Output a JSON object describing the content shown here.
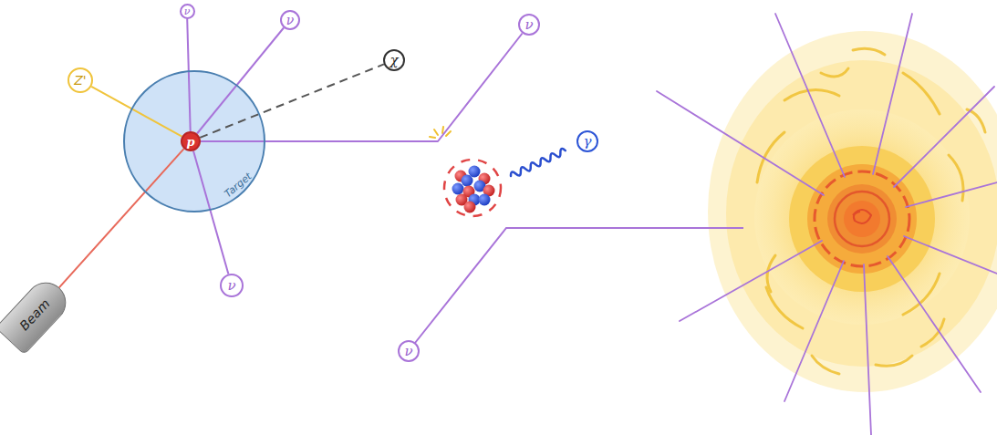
{
  "diagram": {
    "nodes": [
      {
        "text": [
          "Target"
        ]
      },
      {
        "text": [
          "p"
        ],
        "in": 0
      },
      {
        "text": [
          "ν"
        ]
      },
      {
        "text": [
          "Z'"
        ]
      },
      {
        "text": [
          "ν"
        ]
      },
      {
        "text": [
          "χ"
        ]
      },
      {
        "text": [
          "ν"
        ]
      },
      {
        "text": [
          "γ"
        ]
      },
      {
        "text": [
          "ν"
        ]
      },
      {
        "text": [
          "ν"
        ]
      },
      {
        "text": [
          "Beam"
        ]
      }
    ],
    "edges": [
      {
        "from": 10,
        "to": 1,
        "arrow": "none"
      },
      {
        "from": 1,
        "to": 2,
        "arrow": "none"
      },
      {
        "from": 1,
        "to": 3,
        "arrow": "none"
      },
      {
        "from": 1,
        "to": 4,
        "arrow": "none"
      },
      {
        "from": 1,
        "to": 5,
        "arrow": "none"
      },
      {
        "from": 1,
        "to": 6,
        "arrow": "none"
      },
      {
        "from": 1,
        "to": 8,
        "arrow": "none"
      }
    ]
  }
}
